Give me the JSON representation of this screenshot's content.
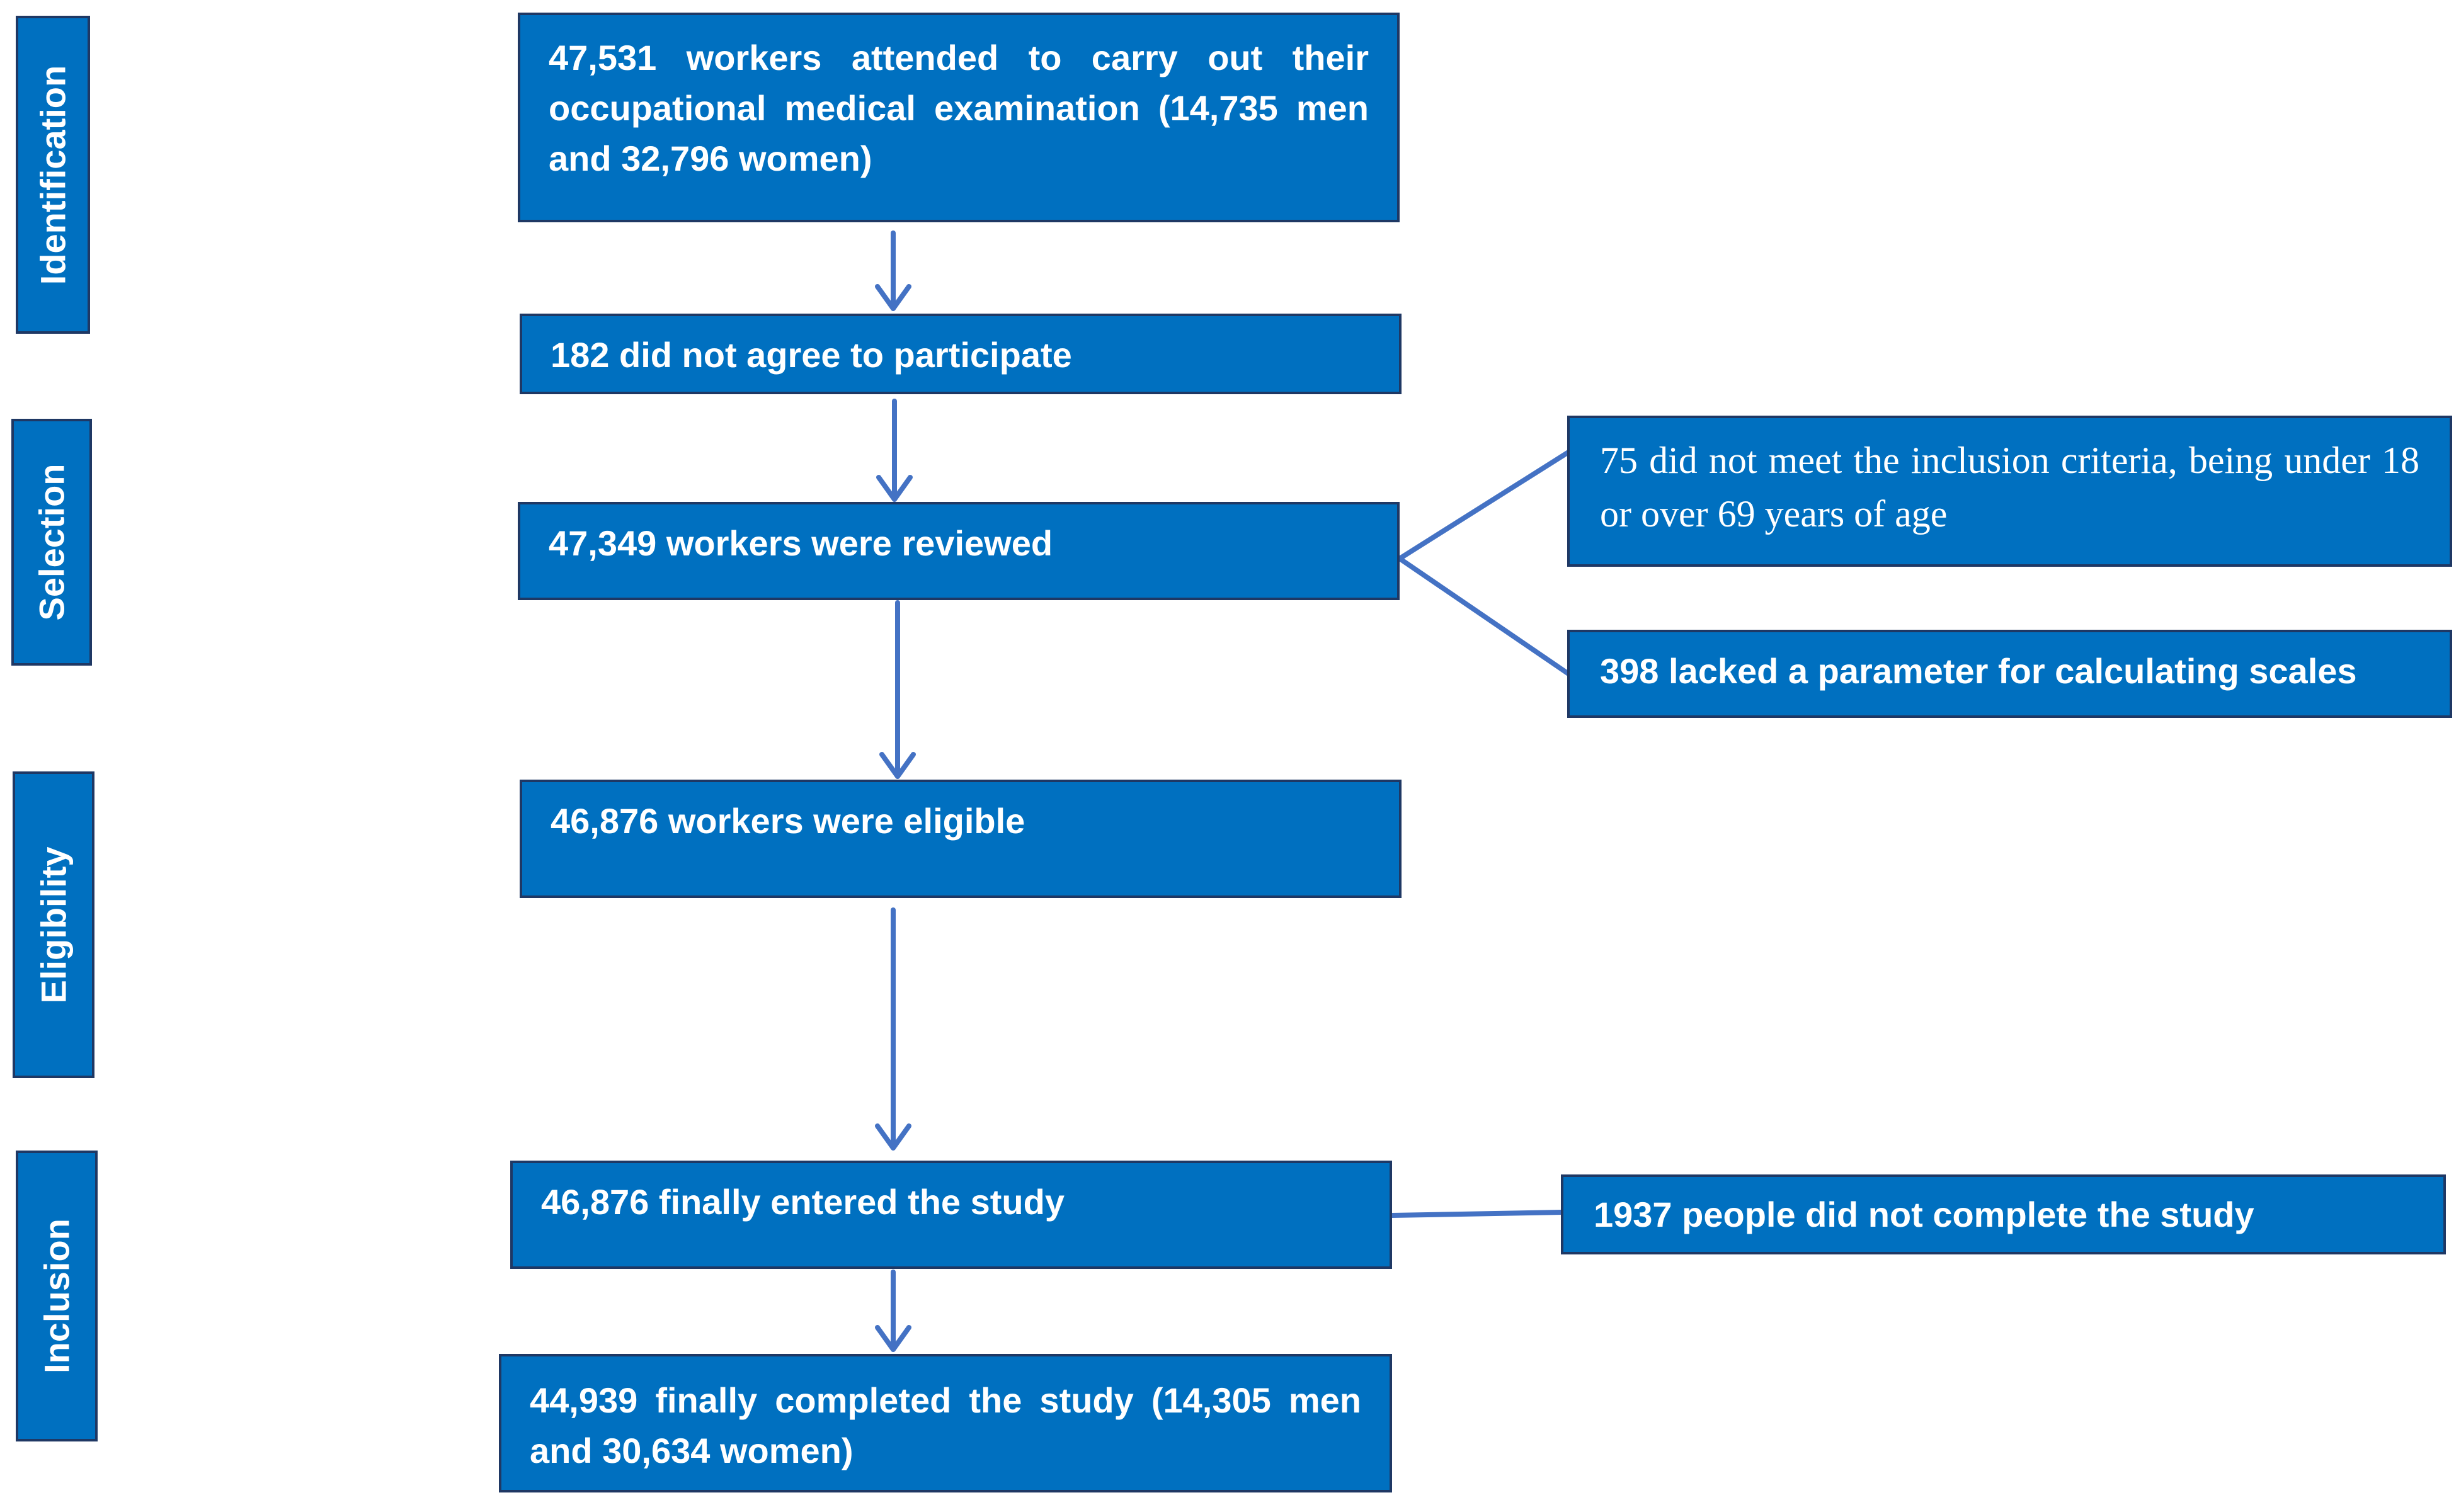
{
  "stages": {
    "identification": "Identification",
    "selection": "Selection",
    "eligibility": "Eligibility",
    "inclusion": "Inclusion"
  },
  "boxes": {
    "attended": "47,531 workers attended to carry out their occupational medical examination (14,735 men and 32,796 women)",
    "not_agree": "182 did not agree to participate",
    "reviewed": "47,349 workers were reviewed",
    "inclusion_criteria": "75 did not meet the inclusion criteria, being under 18 or over 69 years of age",
    "lacked_parameter": "398  lacked a parameter for calculating scales",
    "eligible": "46,876 workers  were eligible",
    "entered": "46,876 finally entered  the study",
    "not_complete": "1937 people did not complete the study",
    "completed": "44,939 finally completed    the study (14,305 men and 30,634 women)"
  },
  "colors": {
    "box_fill": "#0070c0",
    "box_border": "#1f3864",
    "connector": "#4472c4",
    "text": "#ffffff"
  }
}
